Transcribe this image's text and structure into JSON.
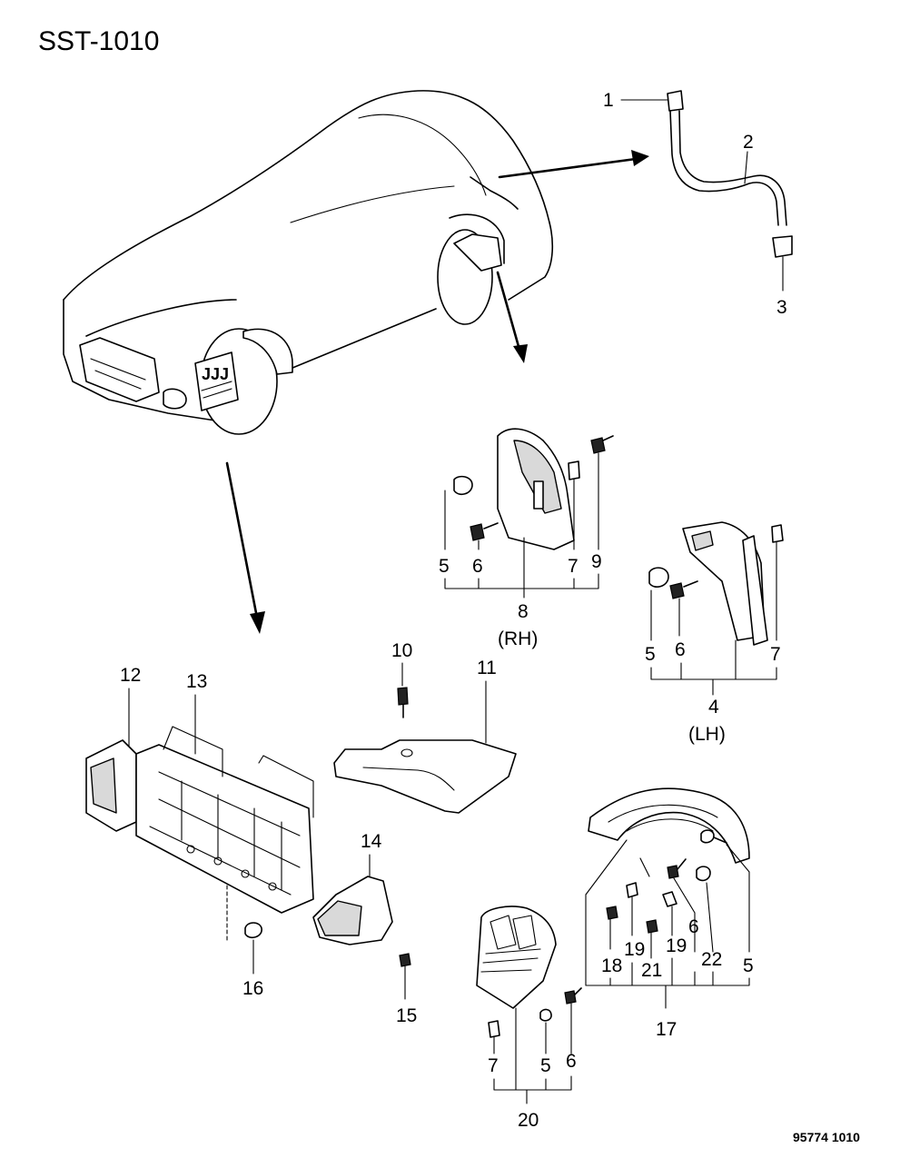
{
  "diagram_code": "SST-1010",
  "figure_number": "95774 1010",
  "callouts": {
    "c1": "1",
    "c2": "2",
    "c3": "3",
    "c4": "4",
    "c4_side": "(LH)",
    "c5a": "5",
    "c6a": "6",
    "c7a": "7",
    "c8": "8",
    "c8_side": "(RH)",
    "c9": "9",
    "c5b": "5",
    "c6b": "6",
    "c7b": "7",
    "c10": "10",
    "c11": "11",
    "c12": "12",
    "c13": "13",
    "c14": "14",
    "c15": "15",
    "c16": "16",
    "c17": "17",
    "c18": "18",
    "c19a": "19",
    "c19b": "19",
    "c6c": "6",
    "c21": "21",
    "c22": "22",
    "c5c": "5",
    "c7c": "7",
    "c5d": "5",
    "c6d": "6",
    "c20": "20"
  },
  "icons": [
    "vehicle-outline",
    "arrow",
    "hose",
    "clip",
    "screw",
    "splash-shield",
    "air-duct",
    "air-guide-panel",
    "fender-liner",
    "nut",
    "rivet"
  ]
}
